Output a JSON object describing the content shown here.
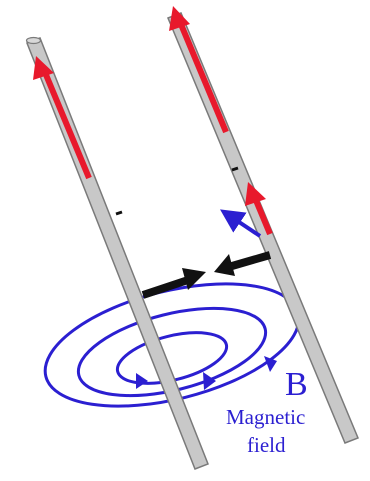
{
  "labels": {
    "field_symbol": "B",
    "field_caption_line1": "Magnetic",
    "field_caption_line2": "field"
  },
  "colors": {
    "wire_fill": "#c8c8c8",
    "wire_edge": "#7a7a7a",
    "current_arrow": "#e8192c",
    "force_arrow": "#111111",
    "field_lines": "#2b1fd1",
    "small_blue_arrow": "#2b1fd1",
    "background": "#ffffff"
  }
}
